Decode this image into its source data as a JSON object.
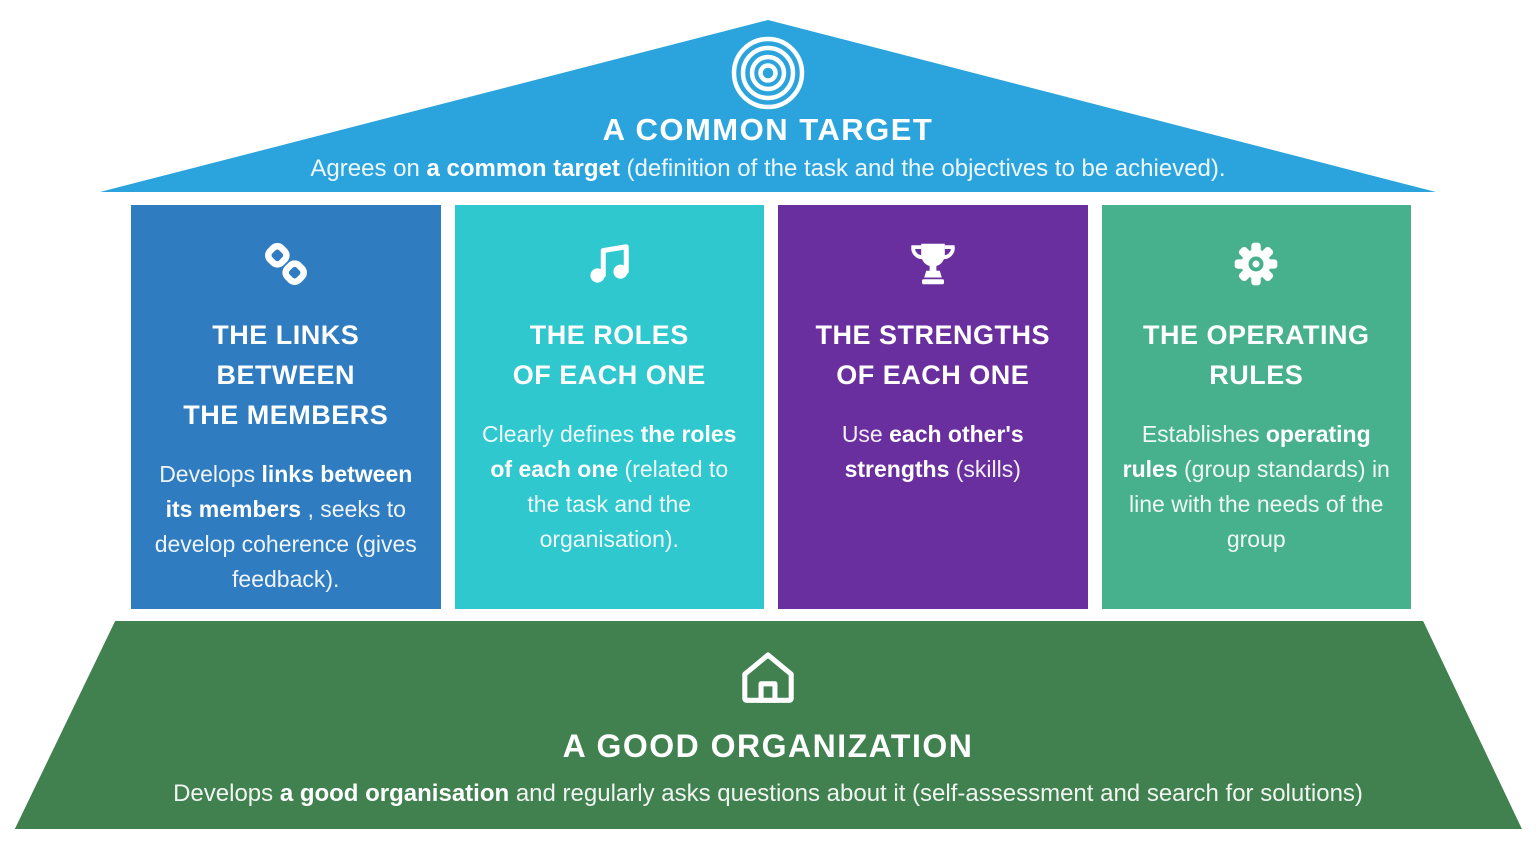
{
  "colors": {
    "background": "#FFFFFF",
    "roof": "#2BA4DE",
    "pillar_links": "#2F7CC0",
    "pillar_roles": "#2EC8CE",
    "pillar_strengths": "#6A2F9E",
    "pillar_rules": "#47B18D",
    "base": "#41804F",
    "text": "#FFFFFF"
  },
  "roof": {
    "icon": "target-icon",
    "title": "A COMMON TARGET",
    "subtitle": {
      "pre": "Agrees on ",
      "bold": "a common target",
      "post": " (definition of the task and the objectives to be achieved)."
    }
  },
  "pillars": [
    {
      "icon": "chain-link-icon",
      "title_lines": [
        "THE LINKS BETWEEN",
        "THE MEMBERS"
      ],
      "body": {
        "pre": "Develops ",
        "bold": "links between its members",
        "post": " , seeks to develop coherence (gives feedback)."
      }
    },
    {
      "icon": "music-note-icon",
      "title_lines": [
        "THE ROLES",
        "OF EACH ONE"
      ],
      "body": {
        "pre": "Clearly defines ",
        "bold": "the roles of each one",
        "post": " (related to the task and the organisation)."
      }
    },
    {
      "icon": "trophy-icon",
      "title_lines": [
        "THE STRENGTHS",
        "OF EACH ONE"
      ],
      "body": {
        "pre": "Use ",
        "bold": "each other's strengths",
        "post": " (skills)"
      }
    },
    {
      "icon": "gear-icon",
      "title_lines": [
        "THE OPERATING",
        "RULES"
      ],
      "body": {
        "pre": "Establishes ",
        "bold": "operating rules",
        "post": " (group standards) in line with the needs of the group"
      }
    }
  ],
  "base": {
    "icon": "house-icon",
    "title": "A GOOD ORGANIZATION",
    "subtitle": {
      "pre": "Develops ",
      "bold": "a good organisation",
      "post": " and regularly asks questions about it (self-assessment and search for solutions)"
    }
  }
}
